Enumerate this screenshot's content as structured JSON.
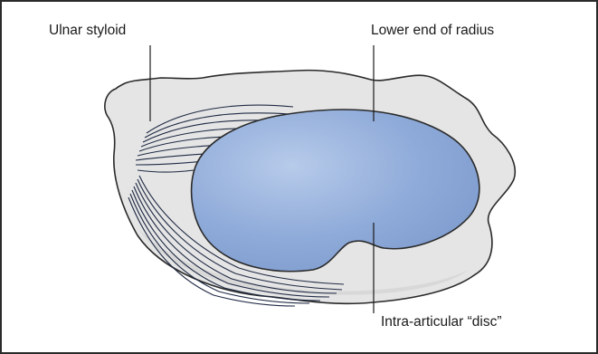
{
  "labels": {
    "ulnar_styloid": "Ulnar styloid",
    "lower_end_of_radius": "Lower end of radius",
    "intra_articular_disc": "Intra-articular “disc”"
  },
  "colors": {
    "bone": "#e6e6e6",
    "bone_outline": "#2a2a2a",
    "disc_fill": "#8aa9d8",
    "disc_highlight": "#a9c1e6",
    "fibers": "#1f2a44",
    "leader_lines": "#1a1a1a"
  }
}
